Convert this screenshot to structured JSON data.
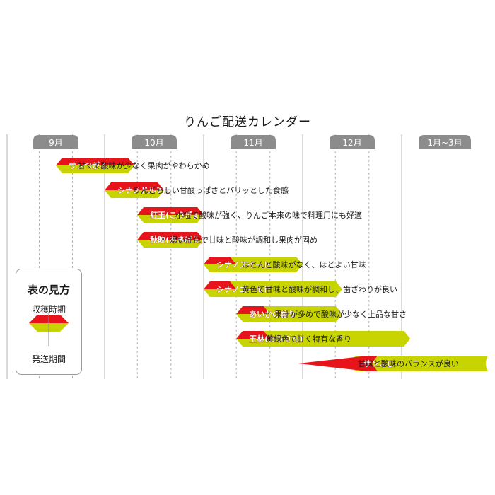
{
  "chart_data": {
    "type": "gantt",
    "title": "りんご配送カレンダー",
    "month_labels": [
      "9月",
      "10月",
      "11月",
      "12月",
      "1月~3月"
    ],
    "legend": {
      "title": "表の見方",
      "harvest_label": "収穫時期",
      "shipping_label": "発送期間"
    },
    "series": [
      {
        "variety": "サンつがる",
        "description": "甘くて酸味が少なく果肉がやわらかめ",
        "harvest": [
          8.5,
          9.3
        ],
        "shipping": [
          8.5,
          9.3
        ]
      },
      {
        "variety": "シナノドルチェ",
        "description": "りんごらしい甘酸っぱさとパリッとした食感",
        "harvest": [
          9.0,
          9.6
        ],
        "shipping": [
          9.0,
          9.6
        ]
      },
      {
        "variety": "紅玉(こうぎょく)",
        "description": "小粒で酸味が強く、りんご本来の味で料理用にも好適",
        "harvest": [
          9.33,
          10.0
        ],
        "shipping": [
          9.33,
          10.0
        ]
      },
      {
        "variety": "秋映(あきばえ)",
        "description": "濃い紅色で甘味と酸味が調和し果肉が固め",
        "harvest": [
          9.33,
          10.0
        ],
        "shipping": [
          9.33,
          10.0
        ]
      },
      {
        "variety": "シナノスイート",
        "description": "ほとんど酸味がなく、ほどよい甘味",
        "harvest": [
          10.0,
          10.33
        ],
        "shipping": [
          10.0,
          11.0
        ]
      },
      {
        "variety": "シナノゴールド",
        "description": "黄色で甘味と酸味が調和し、歯ざわりが良い",
        "harvest": [
          10.0,
          10.33
        ],
        "shipping": [
          10.0,
          11.4
        ]
      },
      {
        "variety": "あいかの香り",
        "description": "果汁が多めで酸味が少なく上品な甘さ",
        "harvest": [
          10.33,
          10.67
        ],
        "shipping": [
          10.33,
          11.4
        ]
      },
      {
        "variety": "王林(おうりん)",
        "description": "黄緑色で甘く特有な香り",
        "harvest": [
          10.33,
          10.67
        ],
        "shipping": [
          10.33,
          12.3
        ]
      },
      {
        "variety": "サンふじ",
        "description": "甘味と酸味のバランスが良い",
        "harvest": [
          11.0,
          11.67
        ],
        "shipping": [
          11.67,
          15.0
        ]
      }
    ]
  },
  "colors": {
    "harvest": "#e8141c",
    "shipping": "#c8d400",
    "month_tab": "#8c8c8c",
    "gridline": "#b4b4b4",
    "label_text": "#ffffff"
  }
}
